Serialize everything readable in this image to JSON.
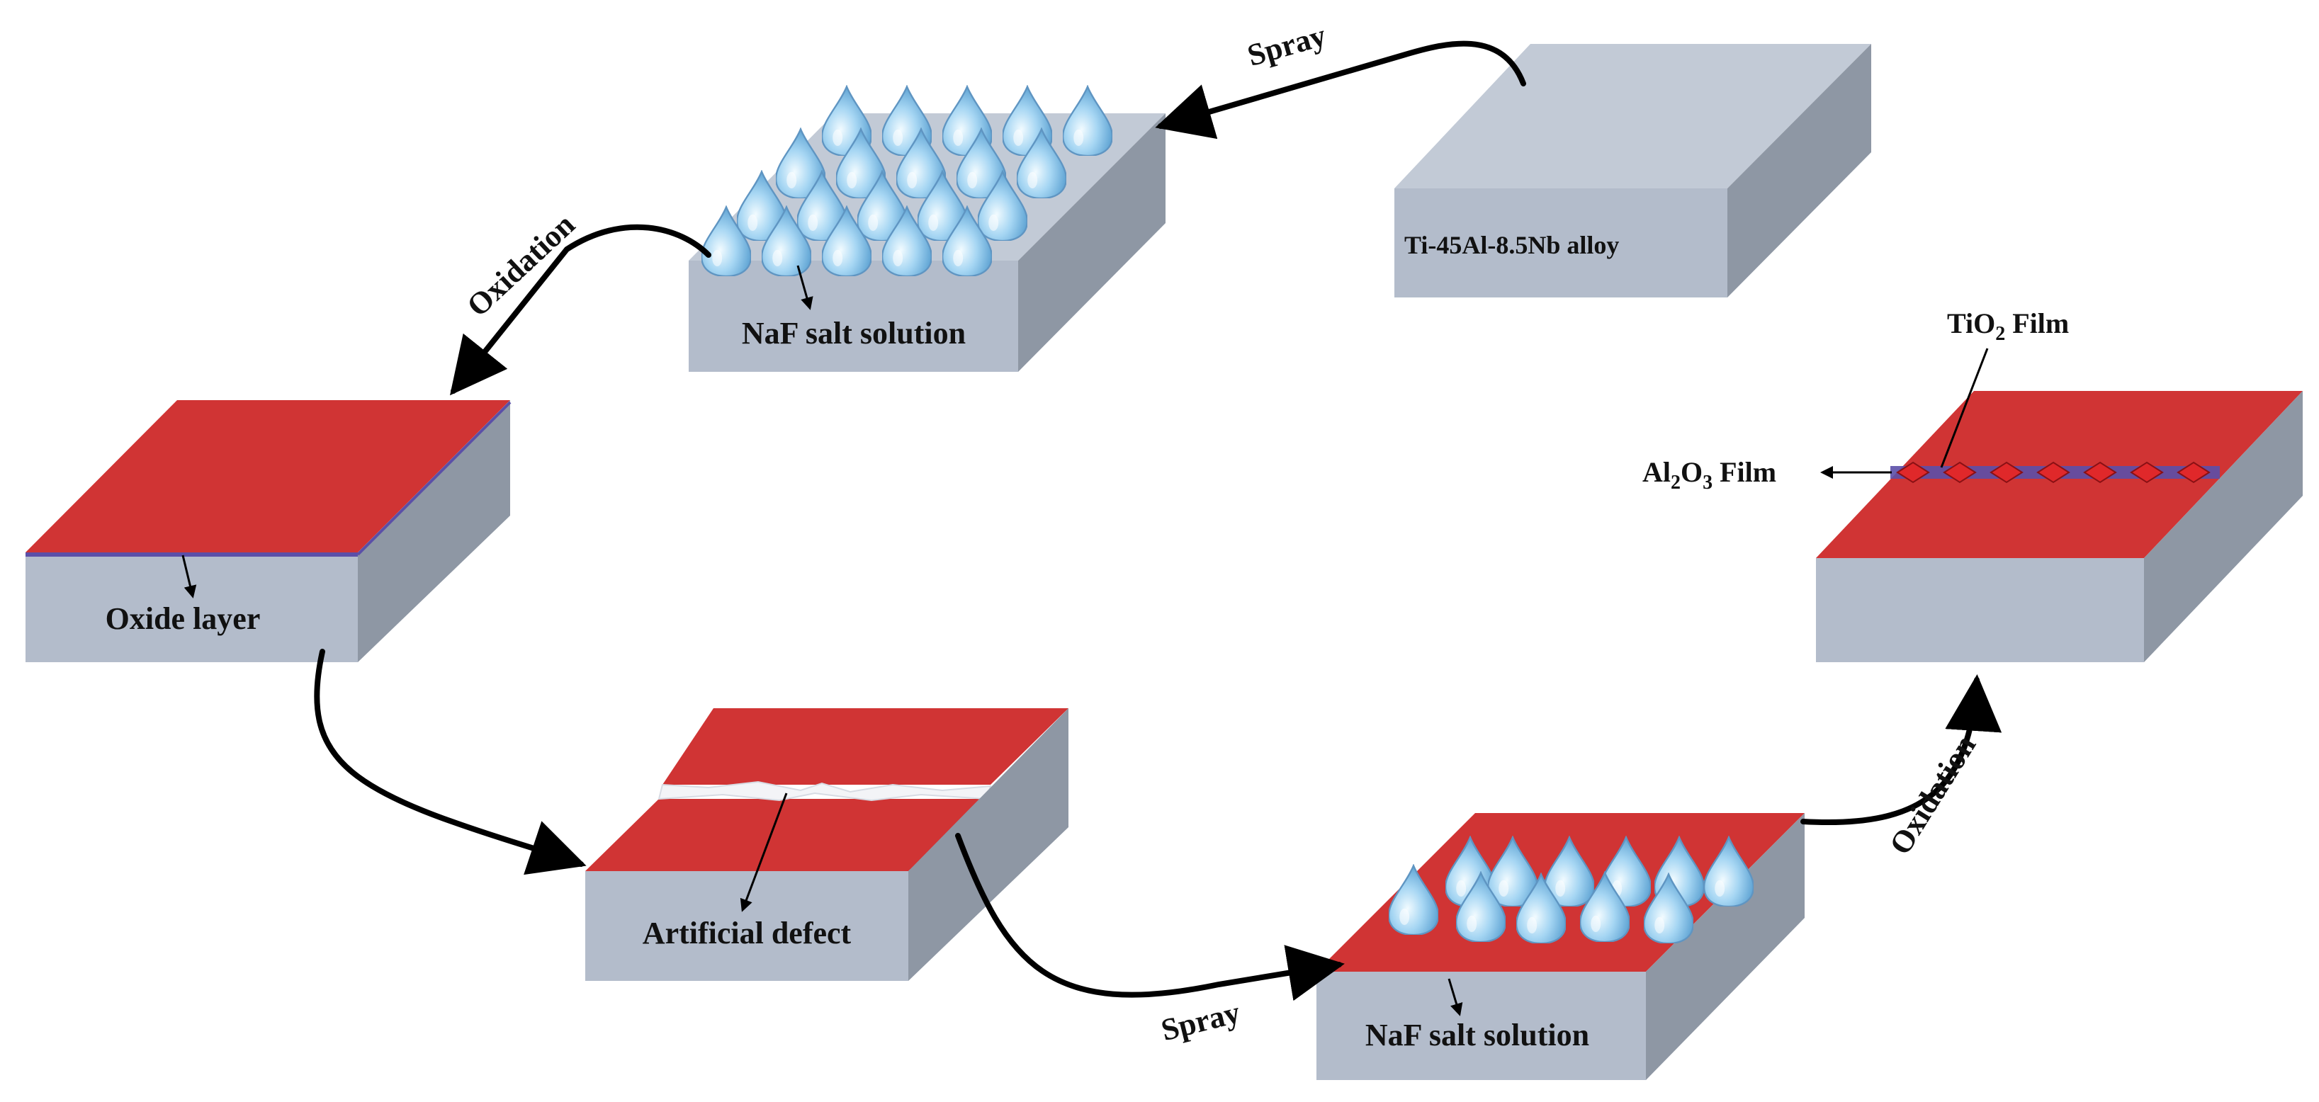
{
  "labels": {
    "alloy": "Ti-45Al-8.5Nb  alloy",
    "salt_top": "NaF salt solution",
    "oxide": "Oxide layer",
    "defect": "Artificial  defect",
    "salt_bottom": "NaF salt solution",
    "tio2_main": "TiO",
    "tio2_sub": "2",
    "tio2_tail": " Film",
    "al2o3_a": "Al",
    "al2o3_sub1": "2",
    "al2o3_b": "O",
    "al2o3_sub2": "3",
    "al2o3_tail": " Film"
  },
  "arrows": {
    "spray_top": "Spray",
    "oxidation_left": "Oxidation",
    "spray_bottom": "Spray",
    "oxidation_right": "Oxidation"
  },
  "colors": {
    "substrate_front": "#b3bccb",
    "substrate_side": "#8e97a4",
    "substrate_top": "#c2cad6",
    "oxide_red": "#d03434",
    "droplet": "#8cc6ec",
    "film_blue": "#5b4fa8"
  }
}
